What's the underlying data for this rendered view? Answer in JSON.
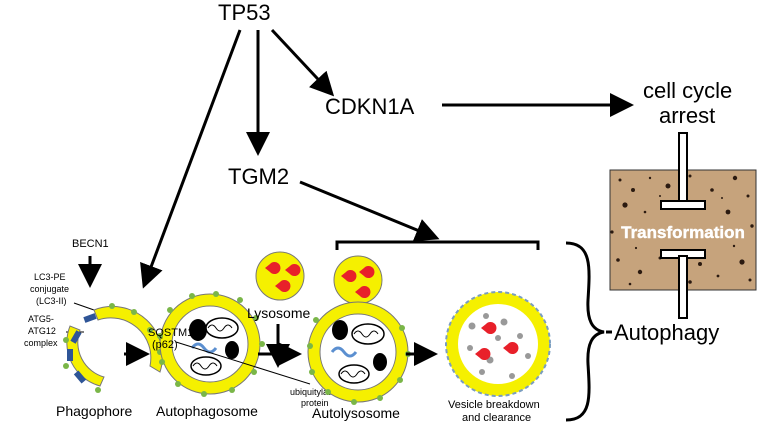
{
  "nodes": {
    "tp53": "TP53",
    "cdkn1a": "CDKN1A",
    "tgm2": "TGM2",
    "cell_cycle_arrest_1": "cell cycle",
    "cell_cycle_arrest_2": "arrest",
    "transformation": "Transformation",
    "autophagy": "Autophagy",
    "becn1": "BECN1",
    "lc3_1": "LC3-PE",
    "lc3_2": "conjugate",
    "lc3_3": "(LC3-II)",
    "atg_1": "ATG5-",
    "atg_2": "ATG12",
    "atg_3": "complex",
    "sqstm1_1": "SQSTM1",
    "sqstm1_2": "(p62)",
    "lysosome": "Lysosome",
    "ubiq_1": "ubiquitylated",
    "ubiq_2": "protein"
  },
  "stages": {
    "phagophore": "Phagophore",
    "autophagosome": "Autophagosome",
    "autolysosome": "Autolysosome",
    "vesicle_1": "Vesicle breakdown",
    "vesicle_2": "and clearance"
  },
  "colors": {
    "membrane": "#f5f000",
    "membrane_edge": "#7a7a7a",
    "green_dots": "#7ab648",
    "blue_complex": "#2f5597",
    "red_cargo": "#e8202a",
    "photo_bg": "#c9a57a"
  }
}
